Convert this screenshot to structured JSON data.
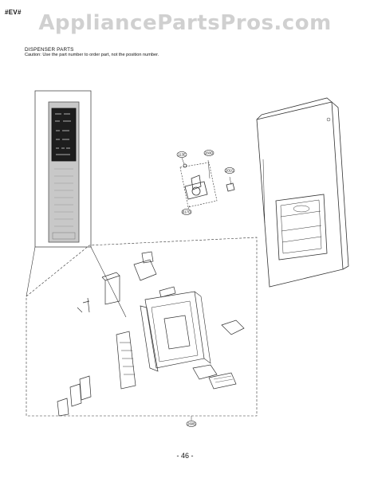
{
  "document": {
    "model_code": "#EV#",
    "watermark": "AppliancePartsPros.com",
    "section_title": "DISPENSER PARTS",
    "caution": "Caution: Use the part number to order part, not the position number.",
    "page_number": "- 46 -"
  },
  "callouts": [
    {
      "label": "113E"
    },
    {
      "label": "260D"
    },
    {
      "label": "201G"
    },
    {
      "label": "617D"
    },
    {
      "label": "260B"
    }
  ],
  "colors": {
    "line": "#333333",
    "panel_fill": "#c8c8c8",
    "display_dark": "#1e1e1e",
    "watermark": "#aaaaaa"
  }
}
